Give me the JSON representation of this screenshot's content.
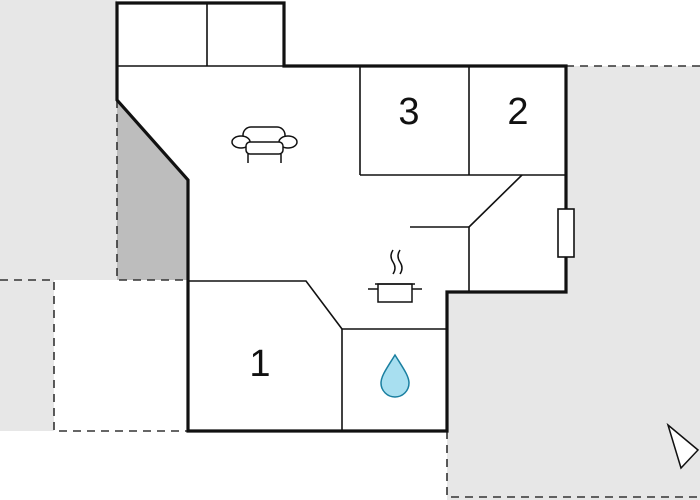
{
  "rooms": {
    "bedroom_1": {
      "number": "1"
    },
    "bedroom_2": {
      "number": "2"
    },
    "bedroom_3": {
      "number": "3"
    }
  },
  "icons": {
    "living": "sofa-icon",
    "kitchen": "cooking-pot-icon",
    "bathroom": "water-drop-icon",
    "window": "window-icon",
    "north": "compass-arrow-icon"
  },
  "colors": {
    "wall": "#111111",
    "outdoor": "#e7e7e7",
    "shaded": "#bdbdbd",
    "water": "#a8dff0",
    "water_outline": "#1a7fa0"
  }
}
